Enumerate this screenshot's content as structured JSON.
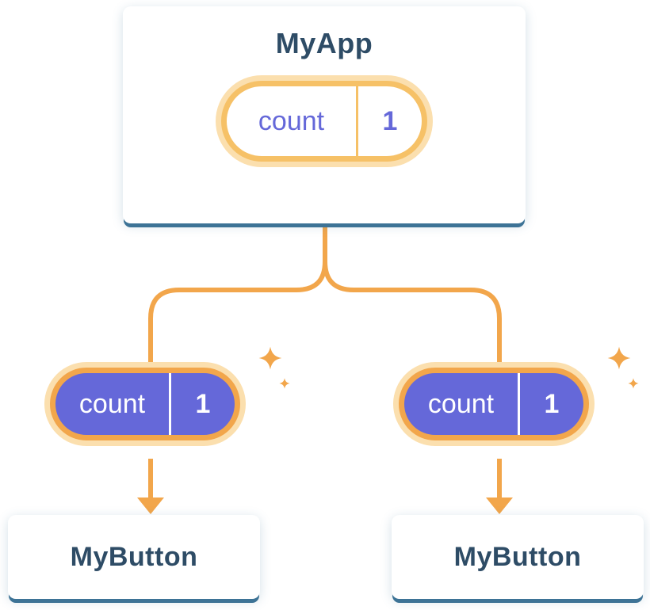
{
  "colors": {
    "orange": "#F2A64B",
    "orange_light": "#F6C167",
    "orange_glow": "#FBDFAE",
    "purple": "#6568D9",
    "navy": "#2E4C66",
    "edge_blue": "#3D7396"
  },
  "root_card": {
    "title": "MyApp",
    "state_pill": {
      "label": "count",
      "value": "1"
    }
  },
  "children": [
    {
      "title": "MyButton",
      "state_pill": {
        "label": "count",
        "value": "1"
      }
    },
    {
      "title": "MyButton",
      "state_pill": {
        "label": "count",
        "value": "1"
      }
    }
  ]
}
